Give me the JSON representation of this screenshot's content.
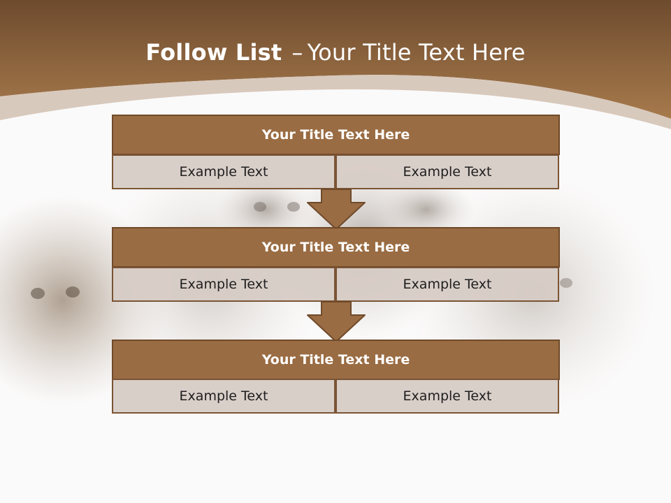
{
  "slide": {
    "title_bold": "Follow List",
    "title_sep": "–",
    "title_rest": "Your Title Text Here"
  },
  "blocks": [
    {
      "title": "Your Title Text Here",
      "cells": [
        "Example Text",
        "Example Text"
      ]
    },
    {
      "title": "Your Title Text Here",
      "cells": [
        "Example Text",
        "Example Text"
      ]
    },
    {
      "title": "Your Title Text Here",
      "cells": [
        "Example Text",
        "Example Text"
      ]
    }
  ],
  "colors": {
    "header_band": "#9a6c43",
    "header_fill": "#9a6c43",
    "cell_fill": "#d6cbc5",
    "arrow_fill": "#9a6c43"
  },
  "icons": [
    "down-arrow-icon",
    "kittens-background-image"
  ]
}
